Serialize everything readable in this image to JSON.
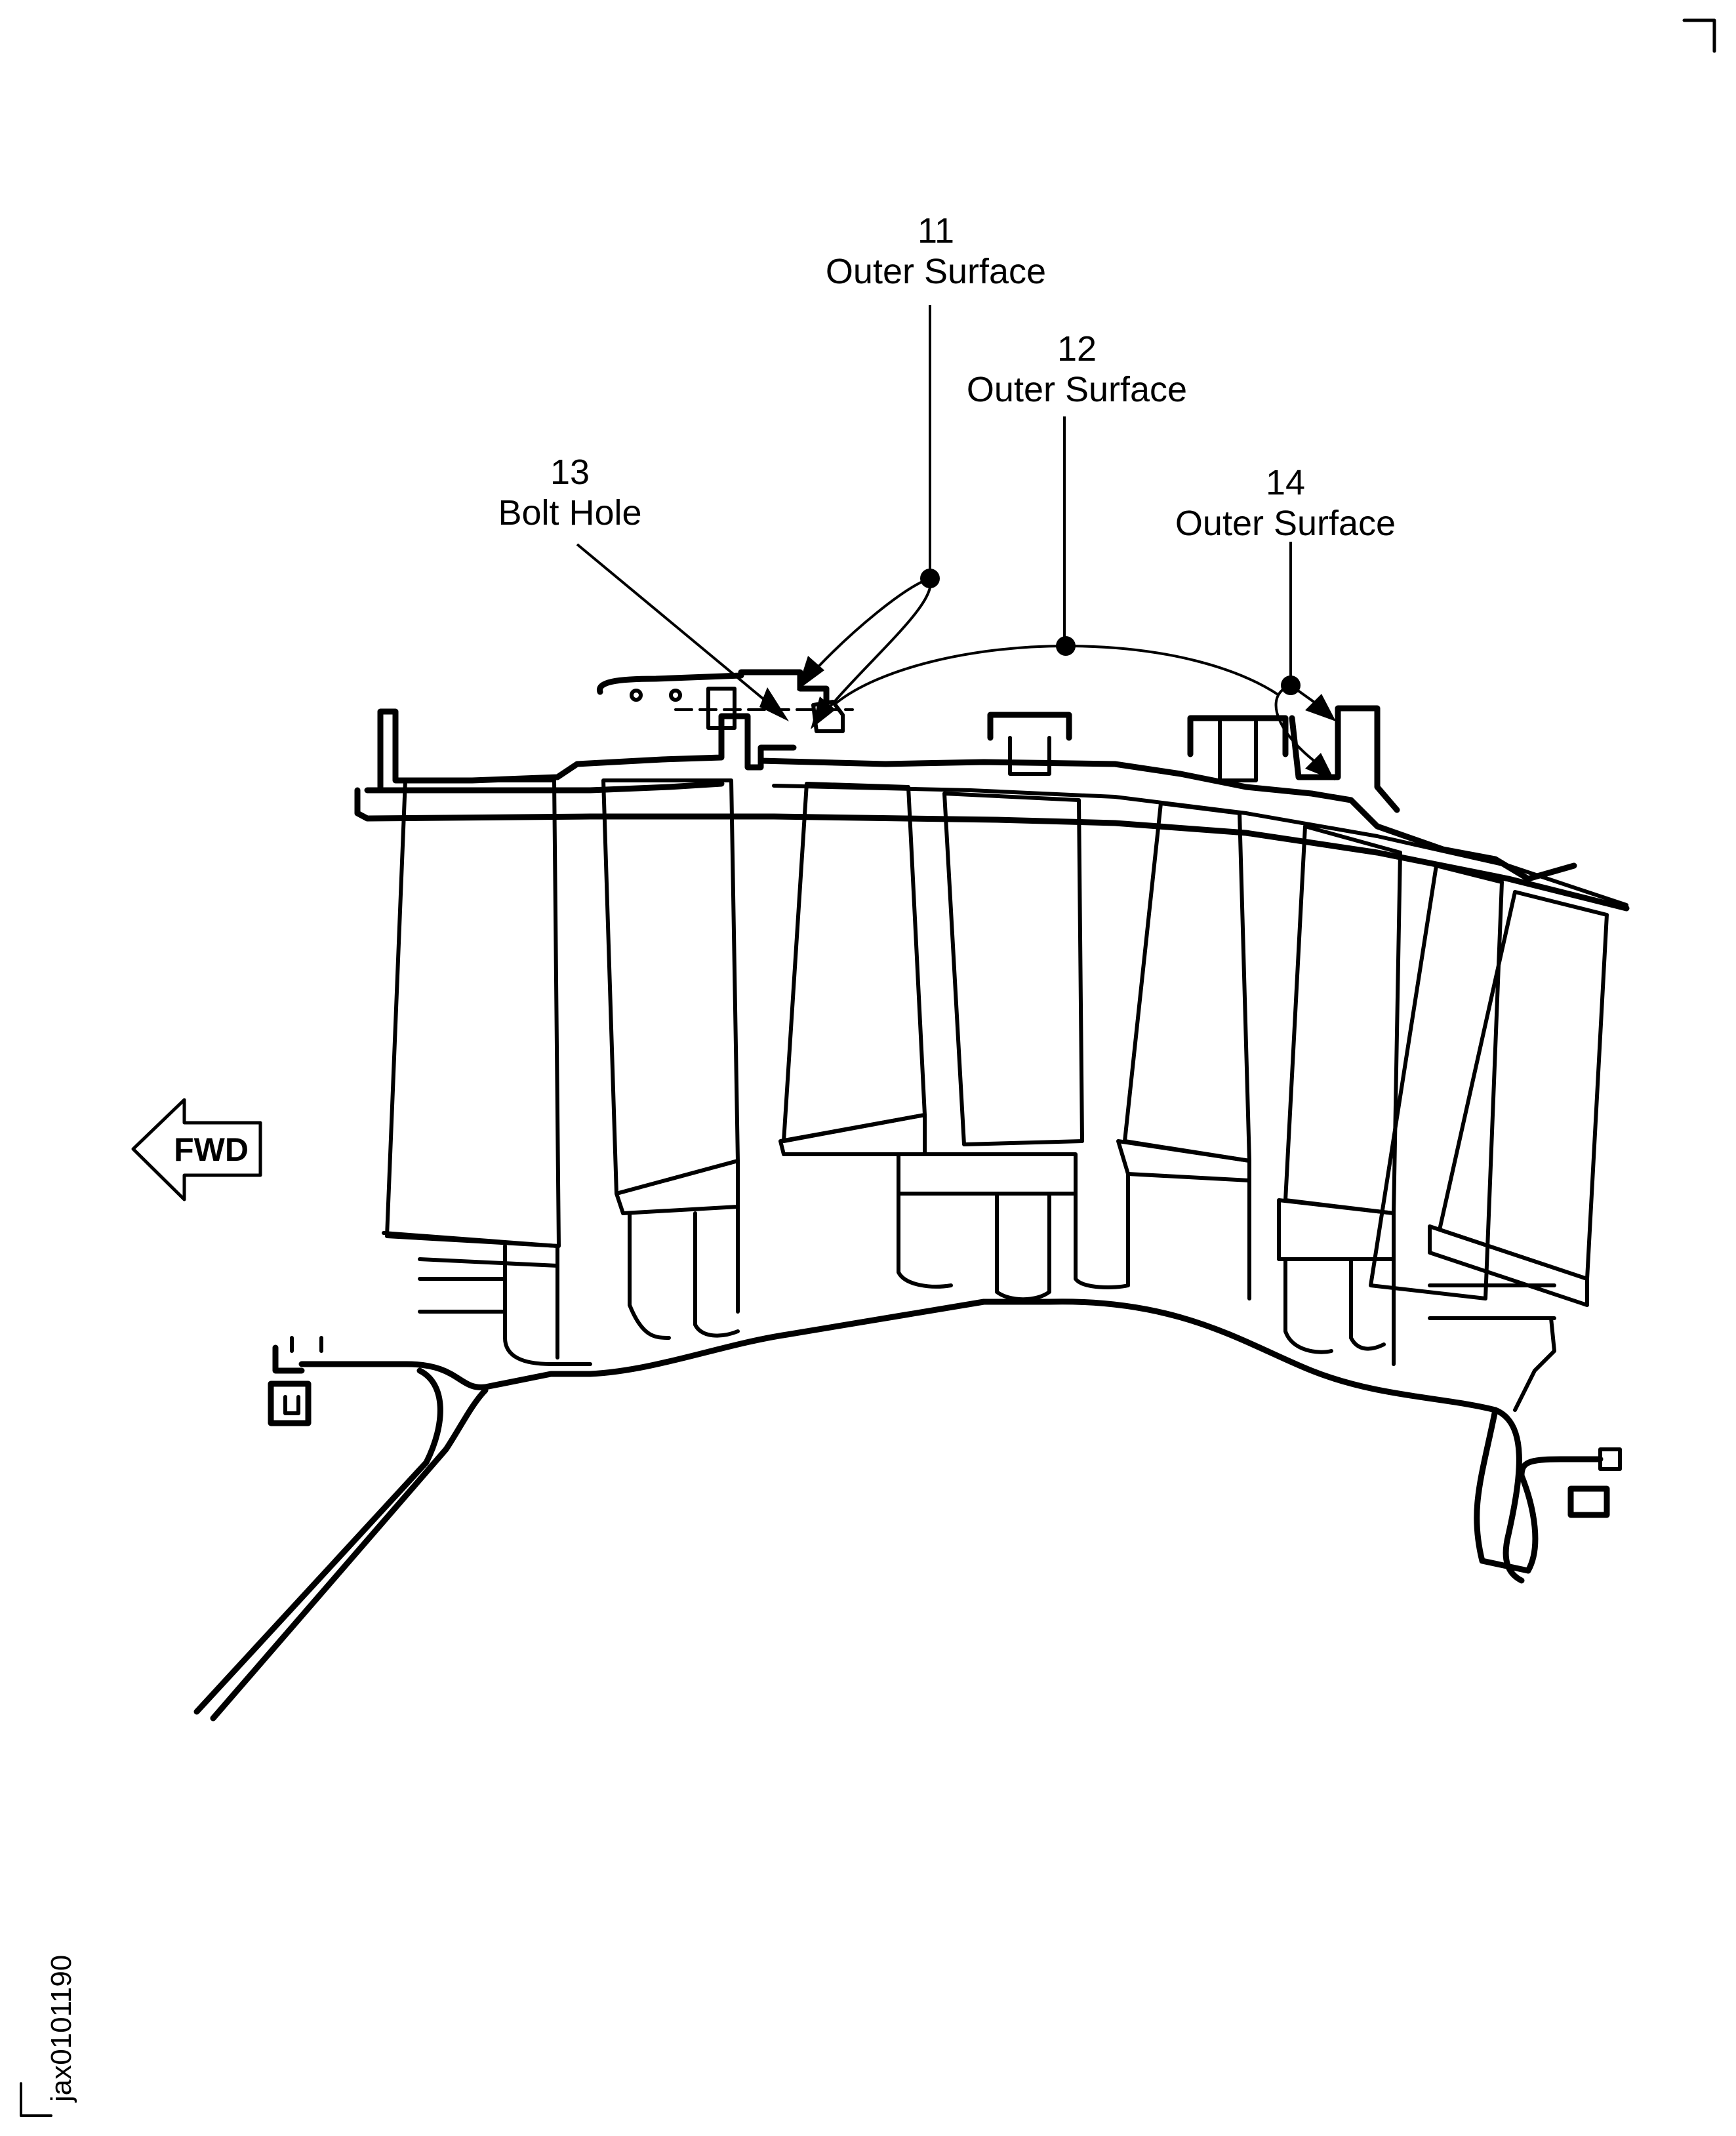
{
  "figure_id": "jax0101190",
  "direction_indicator": {
    "label": "FWD",
    "icon": "left-arrow-icon"
  },
  "callouts": [
    {
      "number": "11",
      "label": "Outer Surface"
    },
    {
      "number": "12",
      "label": "Outer Surface"
    },
    {
      "number": "13",
      "label": "Bolt Hole"
    },
    {
      "number": "14",
      "label": "Outer Surface"
    }
  ],
  "colors": {
    "ink": "#000000",
    "paper": "#ffffff"
  }
}
